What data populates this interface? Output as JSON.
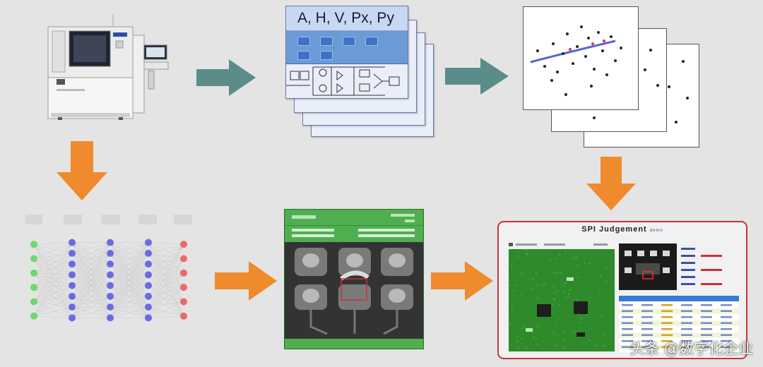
{
  "param_card": {
    "header": "A, H, V, Px, Py"
  },
  "judgement_panel": {
    "title": "SPI Judgement",
    "subtitle": "demo"
  },
  "watermark": {
    "text": "头条 @数字化企业"
  },
  "colors": {
    "background": "#e4e4e4",
    "teal_arrow": "#5c8c8a",
    "orange_arrow": "#ef8b2c",
    "panel_border": "#c8333a",
    "board_green": "#2f8a2c",
    "card_blue": "#6b9ad6"
  },
  "neural_net": {
    "input_color": "#6ed86e",
    "hidden_color": "#6a6ae6",
    "output_color": "#e86a6a"
  },
  "icons": [
    "spi-machine-icon",
    "parameter-card-stack",
    "scatter-plot-stack",
    "neural-network-diagram",
    "solder-paste-inspection-photo",
    "spi-judgement-screen"
  ]
}
